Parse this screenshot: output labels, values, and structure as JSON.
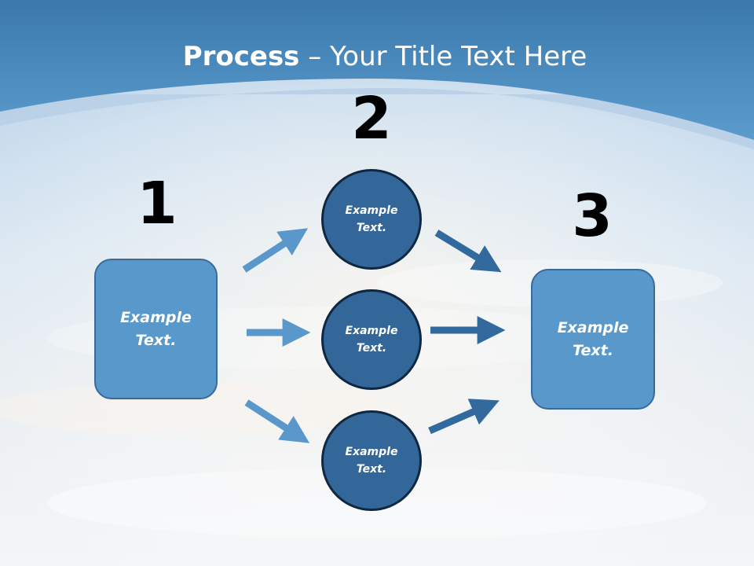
{
  "title": {
    "bold": "Process",
    "rest": " – Your Title Text Here"
  },
  "steps": [
    {
      "number": "1",
      "label_line1": "Example",
      "label_line2": "Text."
    },
    {
      "number": "2"
    },
    {
      "number": "3",
      "label_line1": "Example",
      "label_line2": "Text."
    }
  ],
  "circles": [
    {
      "label_line1": "Example",
      "label_line2": "Text."
    },
    {
      "label_line1": "Example",
      "label_line2": "Text."
    },
    {
      "label_line1": "Example",
      "label_line2": "Text."
    }
  ],
  "colors": {
    "header_blue": "#4a8cc2",
    "box_fill": "#5898cb",
    "circle_fill": "#336699",
    "arrow_light": "#5a98cc",
    "arrow_dark": "#336a9e"
  }
}
